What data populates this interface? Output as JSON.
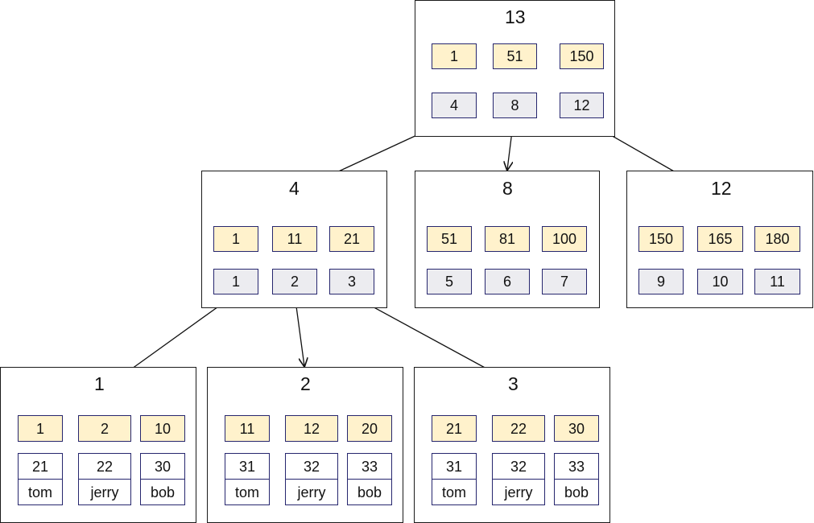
{
  "colors": {
    "key": "#fff2cc",
    "pointer": "#ececf0",
    "record": "#ffffff",
    "border": "#26266e",
    "edge": "#111111"
  },
  "root": {
    "page": "13",
    "keys": [
      "1",
      "51",
      "150"
    ],
    "pointers": [
      "4",
      "8",
      "12"
    ]
  },
  "internal": [
    {
      "page": "4",
      "keys": [
        "1",
        "11",
        "21"
      ],
      "pointers": [
        "1",
        "2",
        "3"
      ]
    },
    {
      "page": "8",
      "keys": [
        "51",
        "81",
        "100"
      ],
      "pointers": [
        "5",
        "6",
        "7"
      ]
    },
    {
      "page": "12",
      "keys": [
        "150",
        "165",
        "180"
      ],
      "pointers": [
        "9",
        "10",
        "11"
      ]
    }
  ],
  "leaves": [
    {
      "page": "1",
      "keys": [
        "1",
        "2",
        "10"
      ],
      "ages": [
        "21",
        "22",
        "30"
      ],
      "names": [
        "tom",
        "jerry",
        "bob"
      ]
    },
    {
      "page": "2",
      "keys": [
        "11",
        "12",
        "20"
      ],
      "ages": [
        "31",
        "32",
        "33"
      ],
      "names": [
        "tom",
        "jerry",
        "bob"
      ]
    },
    {
      "page": "3",
      "keys": [
        "21",
        "22",
        "30"
      ],
      "ages": [
        "31",
        "32",
        "33"
      ],
      "names": [
        "tom",
        "jerry",
        "bob"
      ]
    }
  ]
}
